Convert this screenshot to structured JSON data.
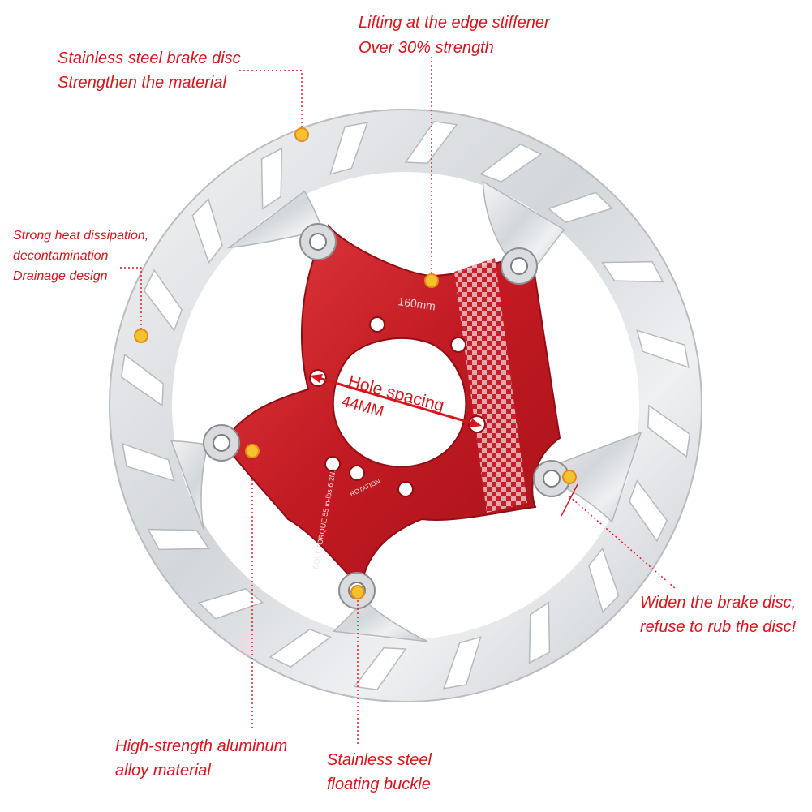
{
  "colors": {
    "accent": "#d8141c",
    "carrier": "#c81a22",
    "disc": "#dcdee1",
    "marker": "#f5c12c"
  },
  "callouts": {
    "stainless_disc": [
      "Stainless steel brake disc",
      "Strengthen the material"
    ],
    "edge_stiffener": [
      "Lifting at the edge stiffener",
      "Over 30% strength"
    ],
    "heat": [
      "Strong heat dissipation,",
      "decontamination",
      "Drainage design"
    ],
    "widen": [
      "Widen the brake disc,",
      "refuse to rub the disc!"
    ],
    "aluminum": [
      "High-strength aluminum",
      "alloy material"
    ],
    "buckle": [
      "Stainless steel",
      "floating buckle"
    ]
  },
  "product_text": {
    "size": "160mm",
    "hole_spacing": [
      "Hole spacing",
      "44MM"
    ],
    "rotation": "ROTATION",
    "torque": "BOLT TORQUE 55 in-lbs 6.2N.m"
  }
}
